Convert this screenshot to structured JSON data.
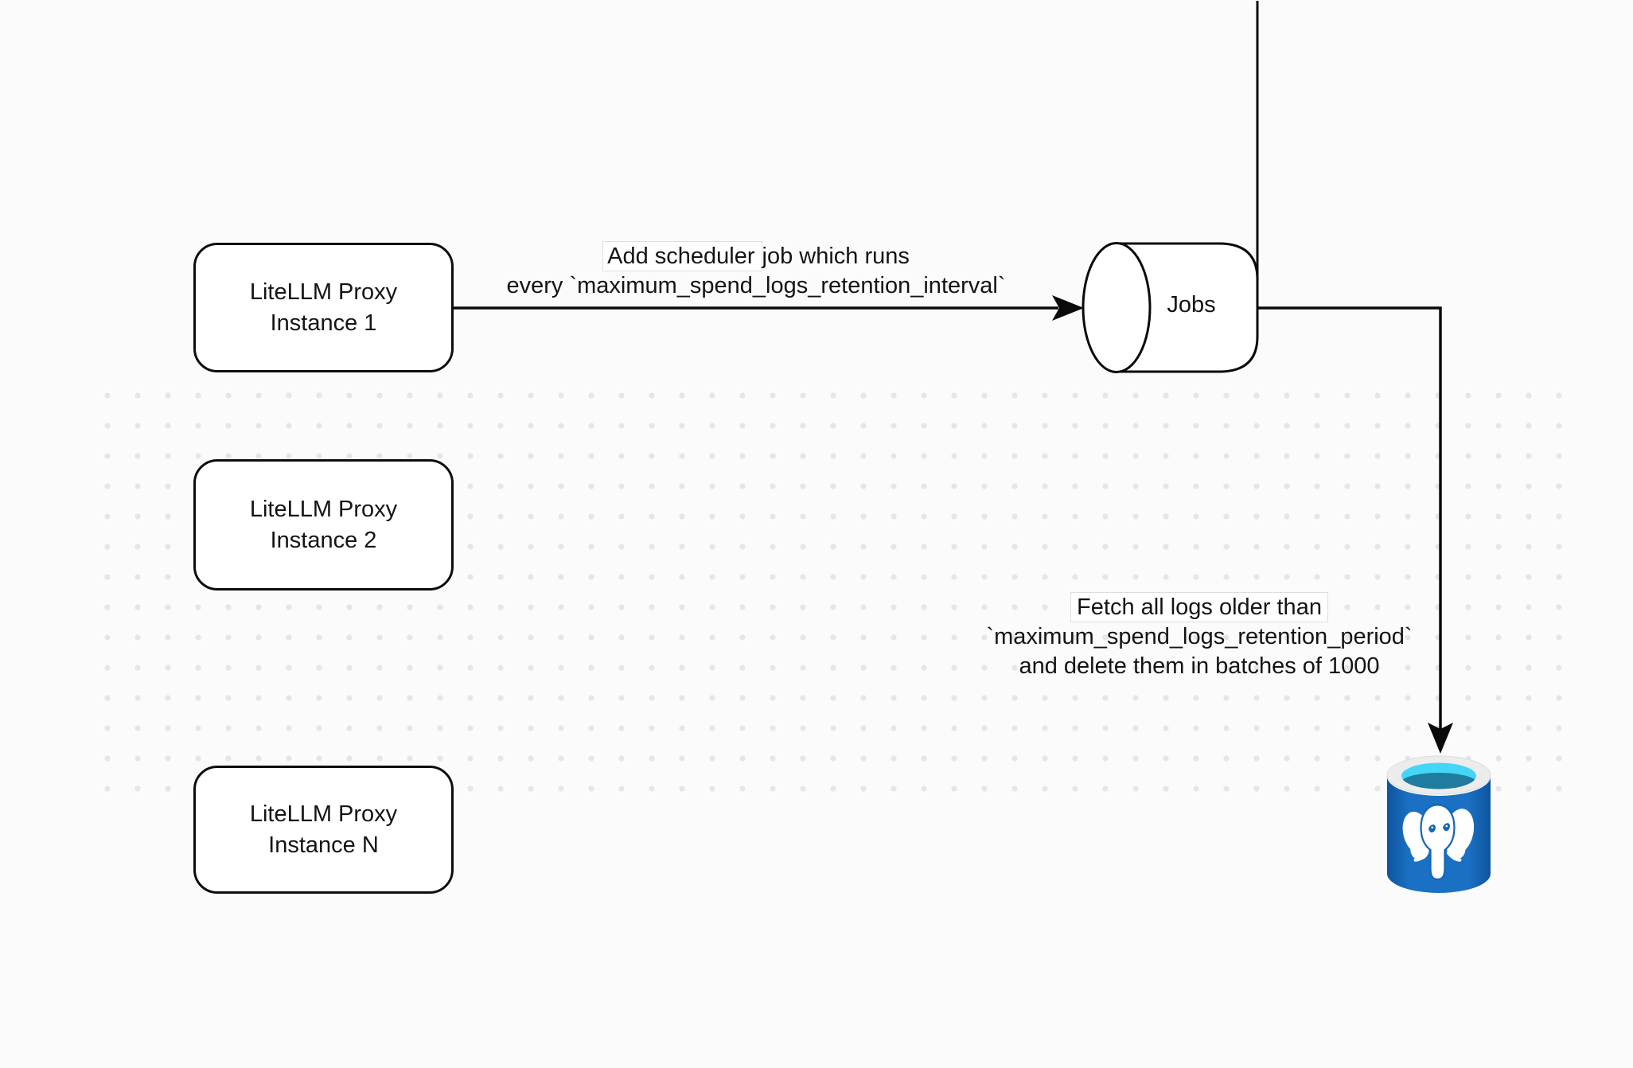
{
  "diagram": {
    "background_color": "#fbfbfb",
    "dot_color": "#e6e6e6",
    "stroke_color": "#0d0d0d",
    "nodes": {
      "instances": [
        {
          "line1": "LiteLLM Proxy",
          "line2": "Instance 1"
        },
        {
          "line1": "LiteLLM Proxy",
          "line2": "Instance 2"
        },
        {
          "line1": "LiteLLM Proxy",
          "line2": "Instance N"
        }
      ],
      "jobs": {
        "label": "Jobs"
      },
      "database": {
        "icon": "postgresql-database-icon",
        "colors": {
          "body_blue": "#1a71c4",
          "body_blue_dark": "#0e549e",
          "rim": "#ececec",
          "inner_cyan": "#44d6f6",
          "inner_teal": "#207c9e",
          "elephant": "#ffffff"
        }
      }
    },
    "edges": {
      "add_scheduler": {
        "line1_boxed": "Add scheduler",
        "line1_rest": "job which runs",
        "line2": "every `maximum_spend_logs_retention_interval`"
      },
      "fetch_delete": {
        "line1": "Fetch all logs older than",
        "line2": "`maximum_spend_logs_retention_period`",
        "line3": "and delete them in batches of 1000"
      }
    }
  }
}
